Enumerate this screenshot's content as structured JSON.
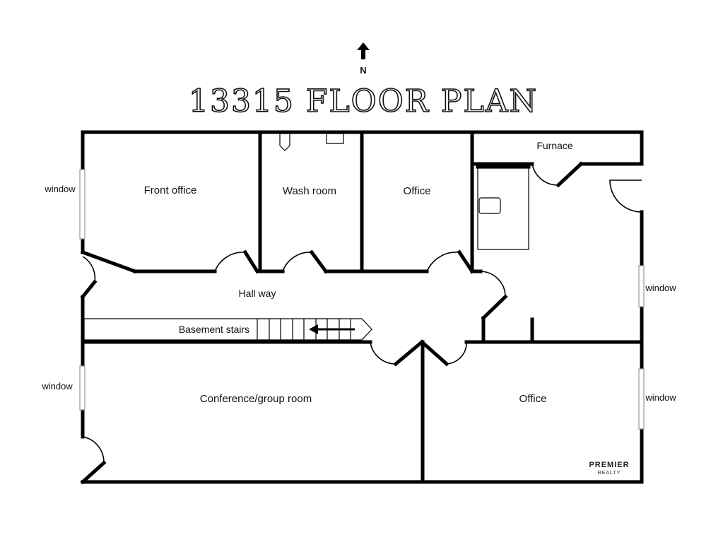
{
  "title": "13315 FLOOR PLAN",
  "compass": {
    "label": "N",
    "icon": "north-arrow-icon"
  },
  "rooms": {
    "front_office": "Front office",
    "wash_room": "Wash room",
    "office_north": "Office",
    "furnace": "Furnace",
    "hallway": "Hall way",
    "basement_stairs": "Basement stairs",
    "conference": "Conference/group room",
    "office_south": "Office"
  },
  "windows": {
    "west_upper": "window",
    "west_lower": "window",
    "east_upper": "window",
    "east_lower": "window"
  },
  "logo": {
    "name": "PREMIER",
    "sub": "REALTY"
  }
}
